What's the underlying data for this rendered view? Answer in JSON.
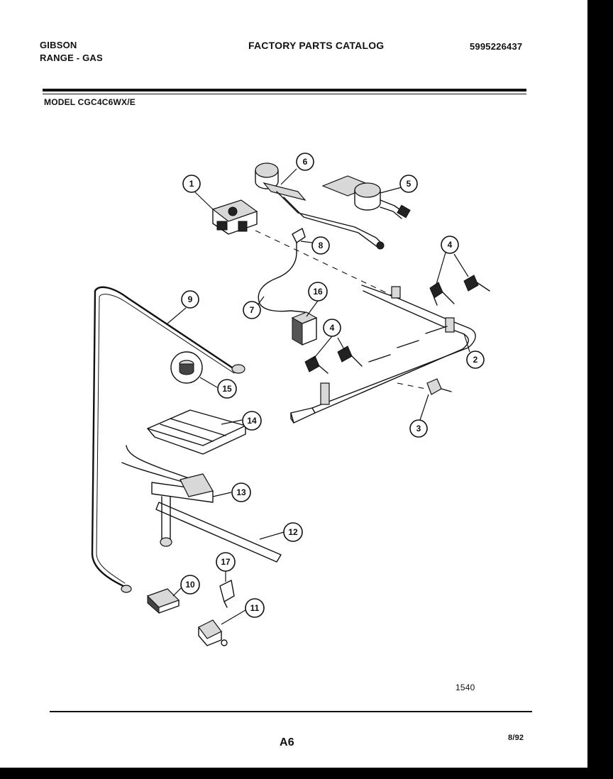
{
  "header": {
    "brand": "GIBSON",
    "product": "RANGE - GAS",
    "catalog_title": "FACTORY PARTS CATALOG",
    "catalog_number": "5995226437",
    "model_line": "MODEL CGC4C6WX/E"
  },
  "callouts": [
    "1",
    "2",
    "3",
    "4",
    "4",
    "5",
    "6",
    "7",
    "8",
    "9",
    "10",
    "11",
    "12",
    "13",
    "14",
    "15",
    "16",
    "17"
  ],
  "footer": {
    "drawing_code": "1540",
    "page_id": "A6",
    "date": "8/92"
  }
}
